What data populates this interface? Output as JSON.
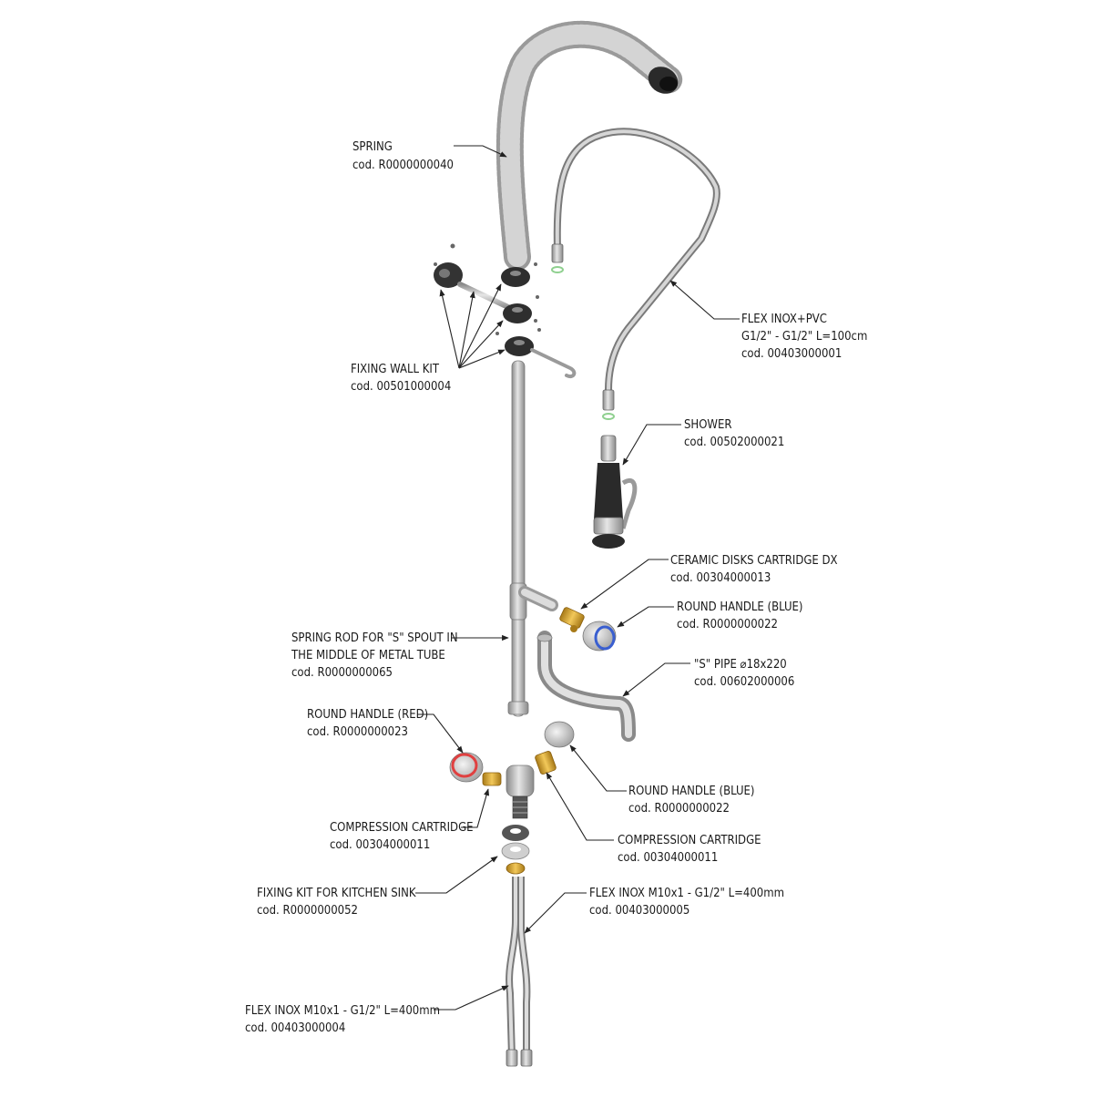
{
  "labels": {
    "spring": {
      "name": "SPRING",
      "code": "cod. R0000000040"
    },
    "flex_inox_pvc": {
      "name": "FLEX INOX+PVC",
      "spec": "G1/2\" - G1/2\" L=100cm",
      "code": "cod. 00403000001"
    },
    "fixing_wall_kit": {
      "name": "FIXING WALL KIT",
      "code": "cod. 00501000004"
    },
    "shower": {
      "name": "SHOWER",
      "code": "cod. 00502000021"
    },
    "ceramic_cartridge": {
      "name": "CERAMIC DISKS CARTRIDGE DX",
      "code": "cod. 00304000013"
    },
    "round_handle_blue_top": {
      "name": "ROUND HANDLE (BLUE)",
      "code": "cod. R0000000022"
    },
    "spring_rod": {
      "line1": "SPRING ROD FOR \"S\" SPOUT IN",
      "line2": "THE MIDDLE OF METAL TUBE",
      "code": "cod. R0000000065"
    },
    "s_pipe": {
      "name": "\"S\" PIPE ⌀18x220",
      "code": "cod. 00602000006"
    },
    "round_handle_red": {
      "name": "ROUND HANDLE (RED)",
      "code": "cod. R0000000023"
    },
    "round_handle_blue_bottom": {
      "name": "ROUND HANDLE (BLUE)",
      "code": "cod. R0000000022"
    },
    "compression_cartridge_left": {
      "name": "COMPRESSION CARTRIDGE",
      "code": "cod. 00304000011"
    },
    "compression_cartridge_right": {
      "name": "COMPRESSION CARTRIDGE",
      "code": "cod. 00304000011"
    },
    "fixing_kit_sink": {
      "name": "FIXING KIT FOR KITCHEN SINK",
      "code": "cod. R0000000052"
    },
    "flex_inox_right": {
      "name": "FLEX INOX M10x1 - G1/2\" L=400mm",
      "code": "cod. 00403000005"
    },
    "flex_inox_left": {
      "name": "FLEX INOX M10x1 - G1/2\" L=400mm",
      "code": "cod. 00403000004"
    }
  },
  "colors": {
    "steel_light": "#d9d9d9",
    "steel_mid": "#a8a8a8",
    "steel_dark": "#707070",
    "rubber": "#2a2a2a",
    "brass": "#d8a531",
    "handle_red": "#e04040",
    "handle_blue": "#3a5fd0",
    "washer_green": "#8fd08f",
    "leader": "#222222"
  }
}
